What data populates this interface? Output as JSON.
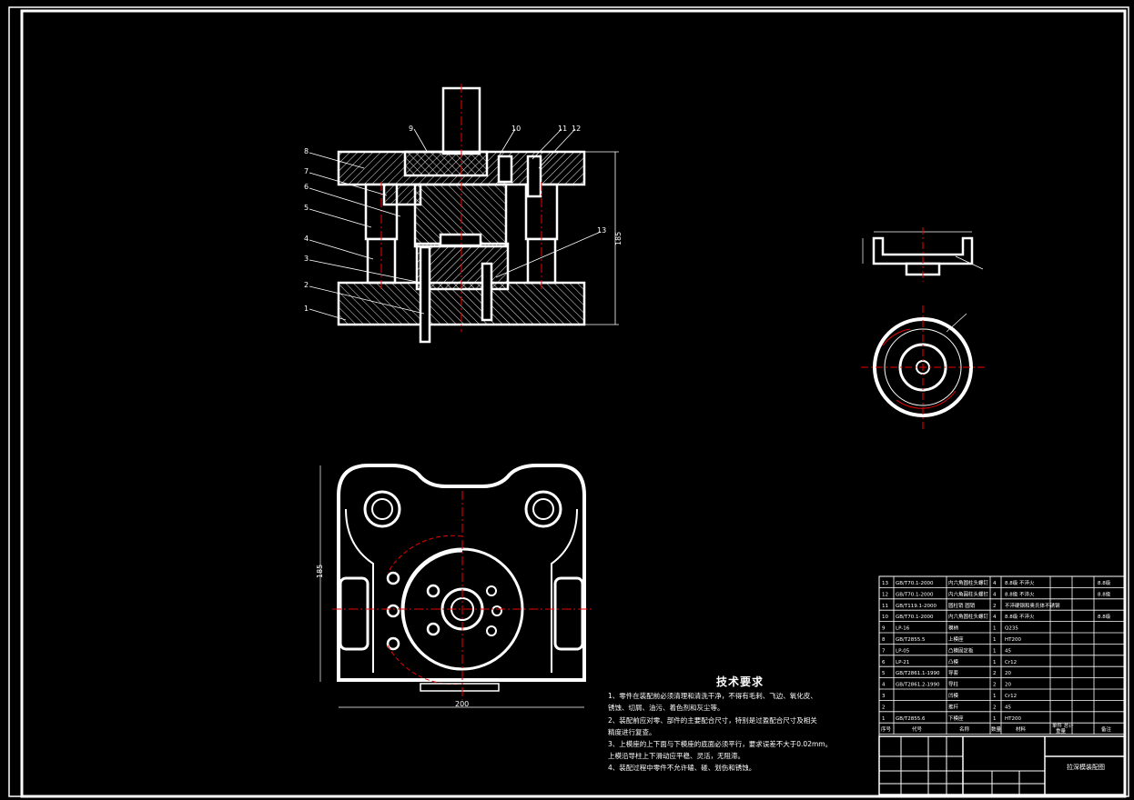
{
  "part_labels": [
    "1",
    "2",
    "3",
    "4",
    "5",
    "6",
    "7",
    "8",
    "9",
    "10",
    "11",
    "12",
    "13"
  ],
  "dimensions": {
    "front_height": "185",
    "plan_width": "200",
    "plan_height": "185"
  },
  "tech_requirements": {
    "title": "技术要求",
    "lines": [
      "1、零件在装配前必须清理和清洗干净，不得有毛刺、飞边、氧化皮、",
      "锈蚀、切屑、油污、着色剂和灰尘等。",
      "2、装配前应对零、部件的主要配合尺寸，特别是过盈配合尺寸及相关",
      "精度进行复查。",
      "3、上模座的上下面与下模座的底面必须平行，要求误差不大于0.02mm。",
      "上模沿导柱上下滑动应平稳、灵活，无阻滞。",
      "4、装配过程中零件不允许磕、碰、划伤和锈蚀。"
    ]
  },
  "bom": {
    "rows": [
      {
        "no": "13",
        "code": "GB/T70.1-2000",
        "name": "内六角圆柱头螺钉",
        "qty": "4",
        "material": "8.8级 不淬火",
        "note": "8.8级"
      },
      {
        "no": "12",
        "code": "GB/T70.1-2000",
        "name": "内六角圆柱头螺钉",
        "qty": "4",
        "material": "8.8级 不淬火",
        "note": "8.8级"
      },
      {
        "no": "11",
        "code": "GB/T119.1-2000",
        "name": "圆柱销 圆销",
        "qty": "2",
        "material": "不淬硬钢和奥氏体不锈钢",
        "note": ""
      },
      {
        "no": "10",
        "code": "GB/T70.1-2000",
        "name": "内六角圆柱头螺钉",
        "qty": "4",
        "material": "8.8级 不淬火",
        "note": "8.8级"
      },
      {
        "no": "9",
        "code": "LP-16",
        "name": "模柄",
        "qty": "1",
        "material": "Q235",
        "note": ""
      },
      {
        "no": "8",
        "code": "GB/T2855.5",
        "name": "上模座",
        "qty": "1",
        "material": "HT200",
        "note": ""
      },
      {
        "no": "7",
        "code": "LP-05",
        "name": "凸模固定板",
        "qty": "1",
        "material": "45",
        "note": ""
      },
      {
        "no": "6",
        "code": "LP-21",
        "name": "凸模",
        "qty": "1",
        "material": "Cr12",
        "note": ""
      },
      {
        "no": "5",
        "code": "GB/T2861.1-1990",
        "name": "导套",
        "qty": "2",
        "material": "20",
        "note": ""
      },
      {
        "no": "4",
        "code": "GB/T2861.2-1990",
        "name": "导柱",
        "qty": "2",
        "material": "20",
        "note": ""
      },
      {
        "no": "3",
        "code": "",
        "name": "凹模",
        "qty": "1",
        "material": "Cr12",
        "note": ""
      },
      {
        "no": "2",
        "code": "",
        "name": "推杆",
        "qty": "2",
        "material": "45",
        "note": ""
      },
      {
        "no": "1",
        "code": "GB/T2855.6",
        "name": "下模座",
        "qty": "1",
        "material": "HT200",
        "note": ""
      }
    ],
    "header": {
      "no": "序号",
      "code": "代号",
      "name": "名称",
      "qty": "数量",
      "material": "材料",
      "unit_total": "单件 总计",
      "weight": "重量",
      "note": "备注"
    },
    "title_block_name": "拉深模装配图"
  }
}
